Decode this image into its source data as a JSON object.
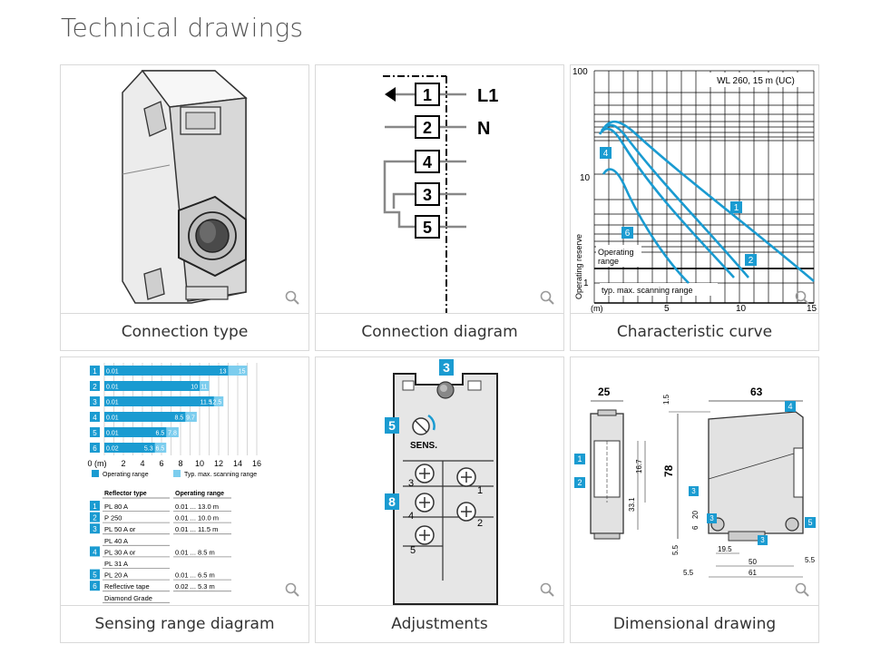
{
  "page": {
    "title": "Technical drawings"
  },
  "cards": [
    {
      "caption": "Connection type"
    },
    {
      "caption": "Connection diagram",
      "terminals": [
        "1",
        "2",
        "4",
        "3",
        "5"
      ],
      "labels": [
        "L1",
        "N"
      ]
    },
    {
      "caption": "Characteristic curve",
      "chart_title": "WL 260, 15 m (UC)",
      "y_ticks": [
        "100",
        "10",
        "1"
      ],
      "x_ticks": [
        "(m)",
        "5",
        "10",
        "15"
      ],
      "ylabel": "Operating reserve",
      "label_operating": "Operating",
      "label_range": "range",
      "label_scan": "typ. max. scanning range",
      "curve_tags": [
        "1",
        "2",
        "4",
        "6"
      ]
    },
    {
      "caption": "Sensing range diagram",
      "rows": [
        {
          "n": "1",
          "start": "0.01",
          "op": "13",
          "max": "15"
        },
        {
          "n": "2",
          "start": "0.01",
          "op": "10",
          "max": "11"
        },
        {
          "n": "3",
          "start": "0.01",
          "op": "11.5",
          "max": "12.5"
        },
        {
          "n": "4",
          "start": "0.01",
          "op": "8.5",
          "max": "9.7"
        },
        {
          "n": "5",
          "start": "0.01",
          "op": "6.5",
          "max": "7.8"
        },
        {
          "n": "6",
          "start": "0.02",
          "op": "5.3",
          "max": "6.5"
        }
      ],
      "axis": [
        "0 (m)",
        "2",
        "4",
        "6",
        "8",
        "10",
        "12",
        "14",
        "16"
      ],
      "legend_op": "Operating range",
      "legend_max": "Typ. max. scanning range",
      "table_head": [
        "Reflector type",
        "Operating range"
      ],
      "table": [
        {
          "n": "1",
          "type": "PL 80 A",
          "range": "0.01 ... 13.0 m"
        },
        {
          "n": "2",
          "type": "P 250",
          "range": "0.01 ... 10.0 m"
        },
        {
          "n": "3",
          "type": "PL 50 A or",
          "range": "0.01 ... 11.5 m"
        },
        {
          "n": "",
          "type": "PL 40 A",
          "range": ""
        },
        {
          "n": "4",
          "type": "PL 30 A or",
          "range": "0.01 ... 8.5 m"
        },
        {
          "n": "",
          "type": "PL 31 A",
          "range": ""
        },
        {
          "n": "5",
          "type": "PL 20 A",
          "range": "0.01 ... 6.5 m"
        },
        {
          "n": "6",
          "type": "Reflective tape",
          "range": "0.02 ... 5.3 m"
        },
        {
          "n": "",
          "type": "Diamond Grade",
          "range": ""
        }
      ]
    },
    {
      "caption": "Adjustments",
      "tags": [
        "3",
        "5",
        "8"
      ],
      "sens_label": "SENS.",
      "screw_labels": [
        "3",
        "1",
        "4",
        "2",
        "5"
      ]
    },
    {
      "caption": "Dimensional drawing",
      "dims": [
        "25",
        "63",
        "78",
        "1.5",
        "16.7",
        "33.1",
        "20",
        "6",
        "5.5",
        "19.5",
        "50",
        "61",
        "5.5",
        "5.5"
      ],
      "tags": [
        "1",
        "2",
        "3",
        "3",
        "3",
        "4",
        "5"
      ]
    }
  ],
  "colors": {
    "accent": "#1a9bd1",
    "title": "#555555",
    "border": "#d9d9d9"
  }
}
